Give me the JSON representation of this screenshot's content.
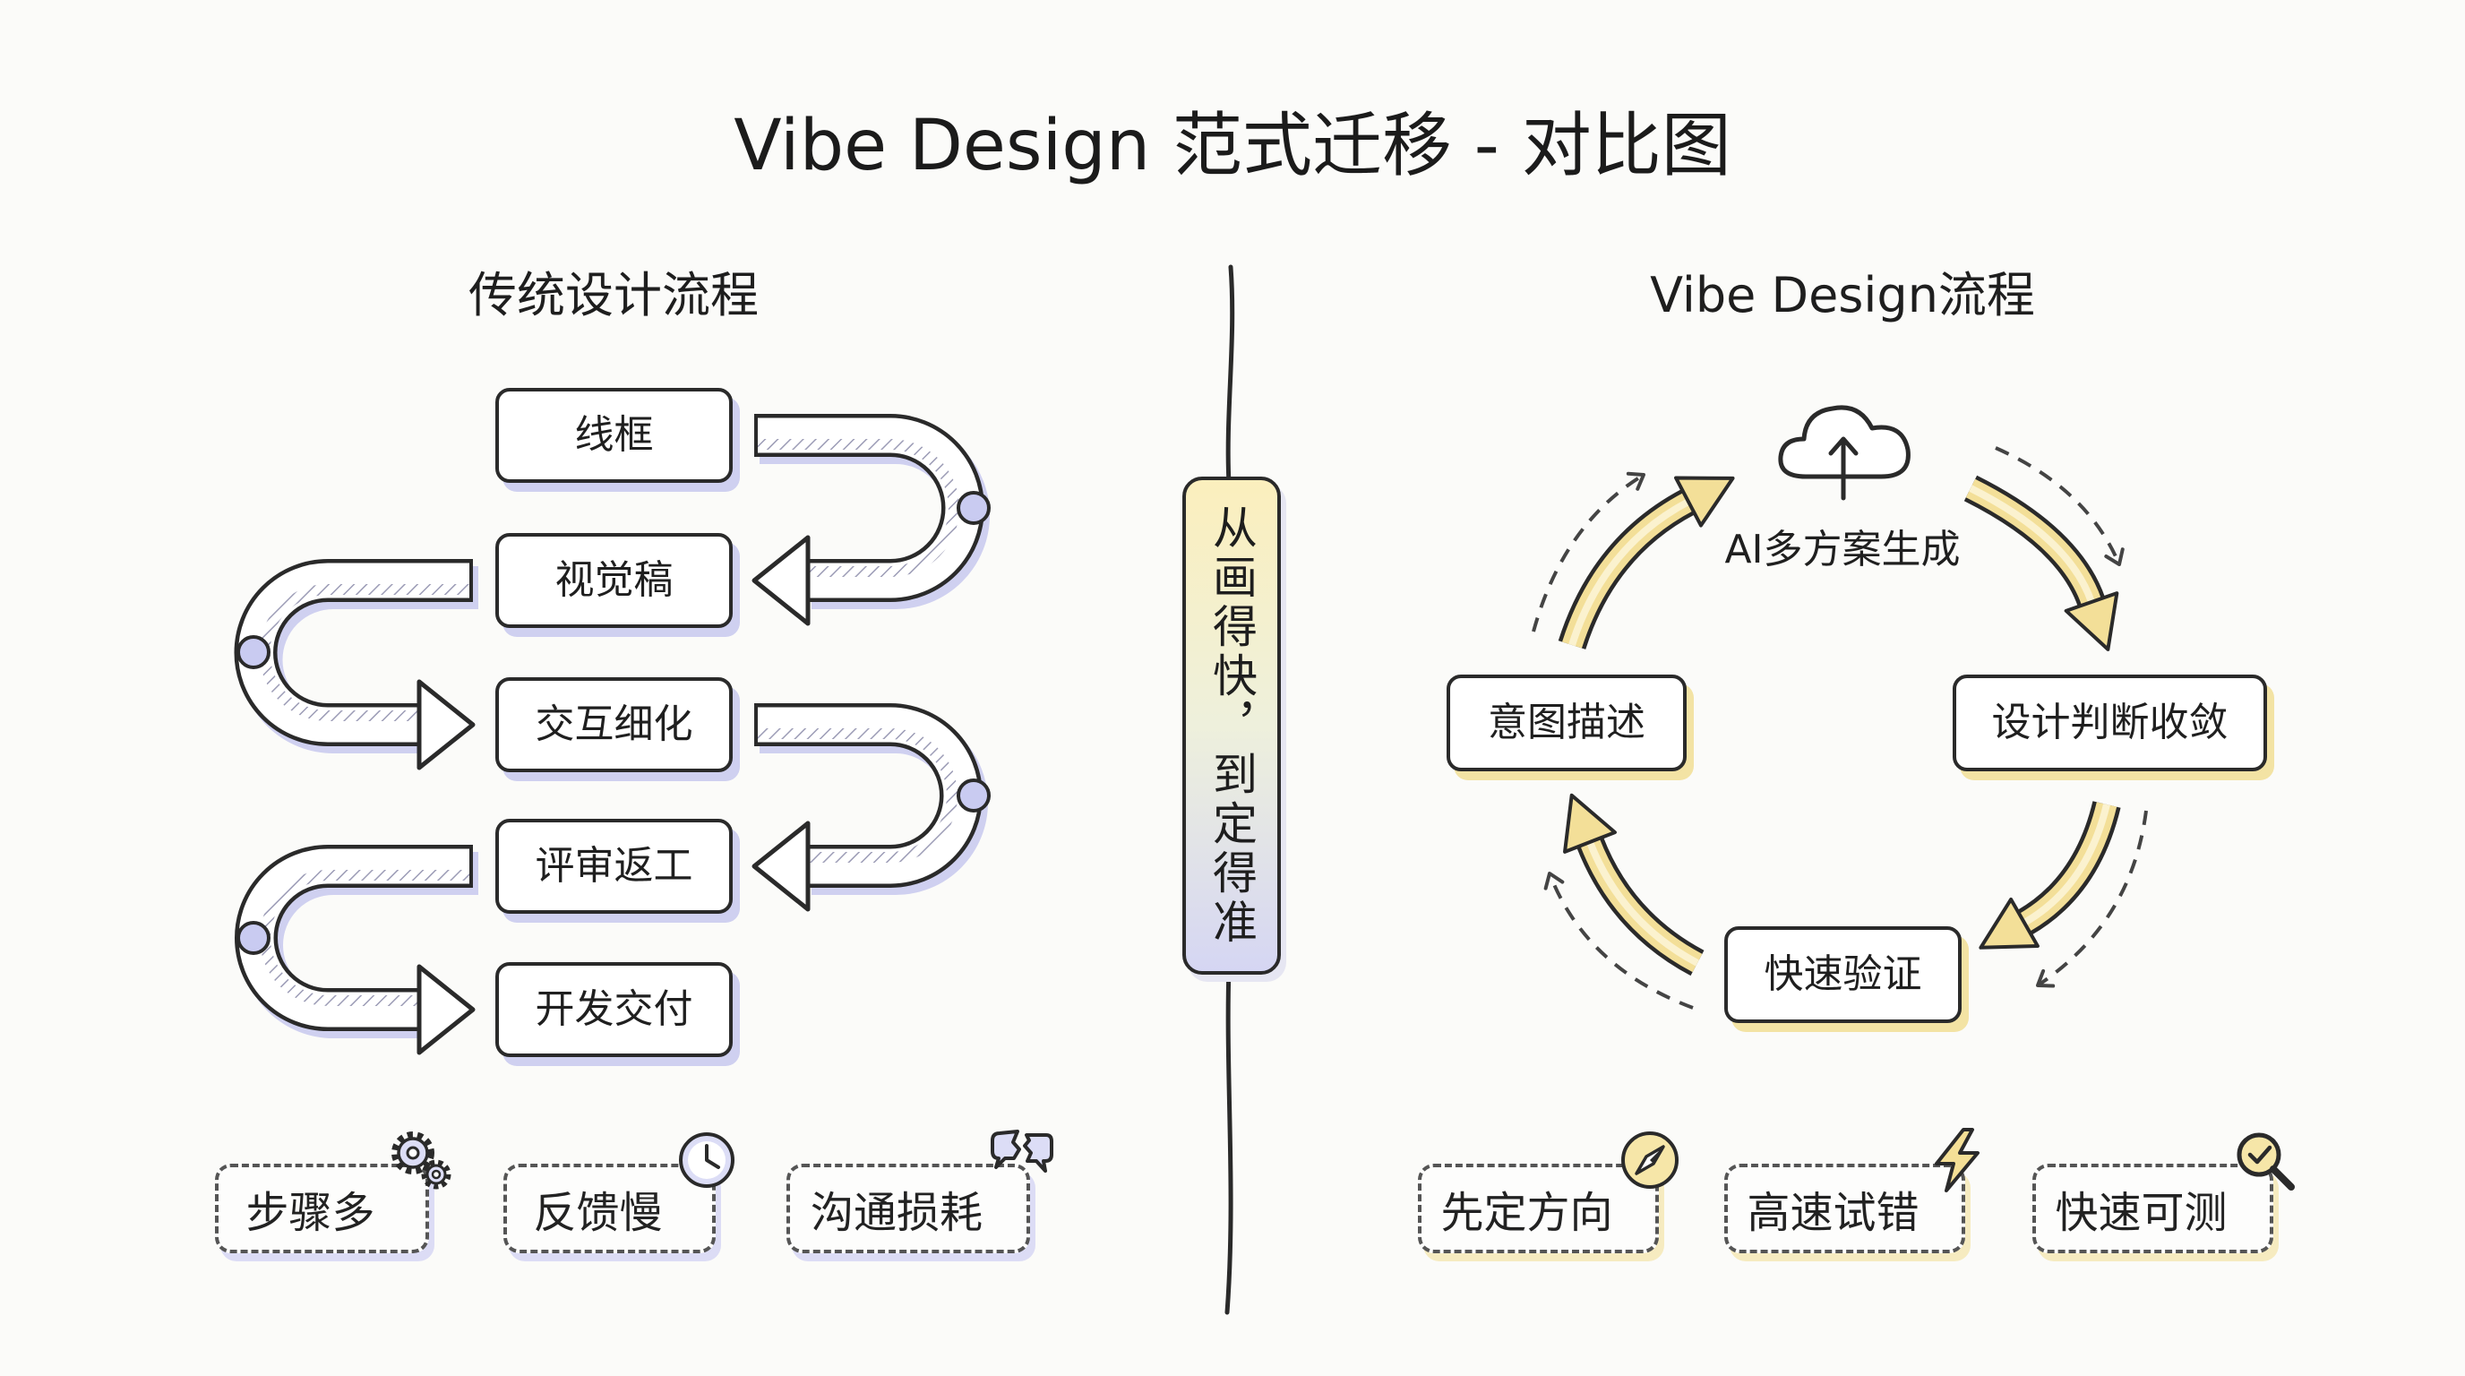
{
  "title": "Vibe Design 范式迁移 - 对比图",
  "divider": {
    "text": "从画得快，到定得准"
  },
  "left": {
    "heading": "传统设计流程",
    "steps": [
      "线框",
      "视觉稿",
      "交互细化",
      "评审返工",
      "开发交付"
    ],
    "badges": [
      {
        "label": "步骤多",
        "icon": "gears-icon"
      },
      {
        "label": "反馈慢",
        "icon": "clock-icon"
      },
      {
        "label": "沟通损耗",
        "icon": "broken-speech-bubbles-icon"
      }
    ]
  },
  "right": {
    "heading": "Vibe Design流程",
    "ai": {
      "label": "AI多方案生成",
      "icon": "cloud-upload-icon"
    },
    "nodes": {
      "intent": "意图描述",
      "converge": "设计判断收敛",
      "verify": "快速验证"
    },
    "badges": [
      {
        "label": "先定方向",
        "icon": "compass-icon"
      },
      {
        "label": "高速试错",
        "icon": "lightning-icon"
      },
      {
        "label": "快速可测",
        "icon": "magnifier-check-icon"
      }
    ]
  },
  "colors": {
    "ink": "#2a2a2a",
    "left_accent": "#cfd0f0",
    "right_accent": "#f3e3a4",
    "background": "#fbfbf9"
  }
}
